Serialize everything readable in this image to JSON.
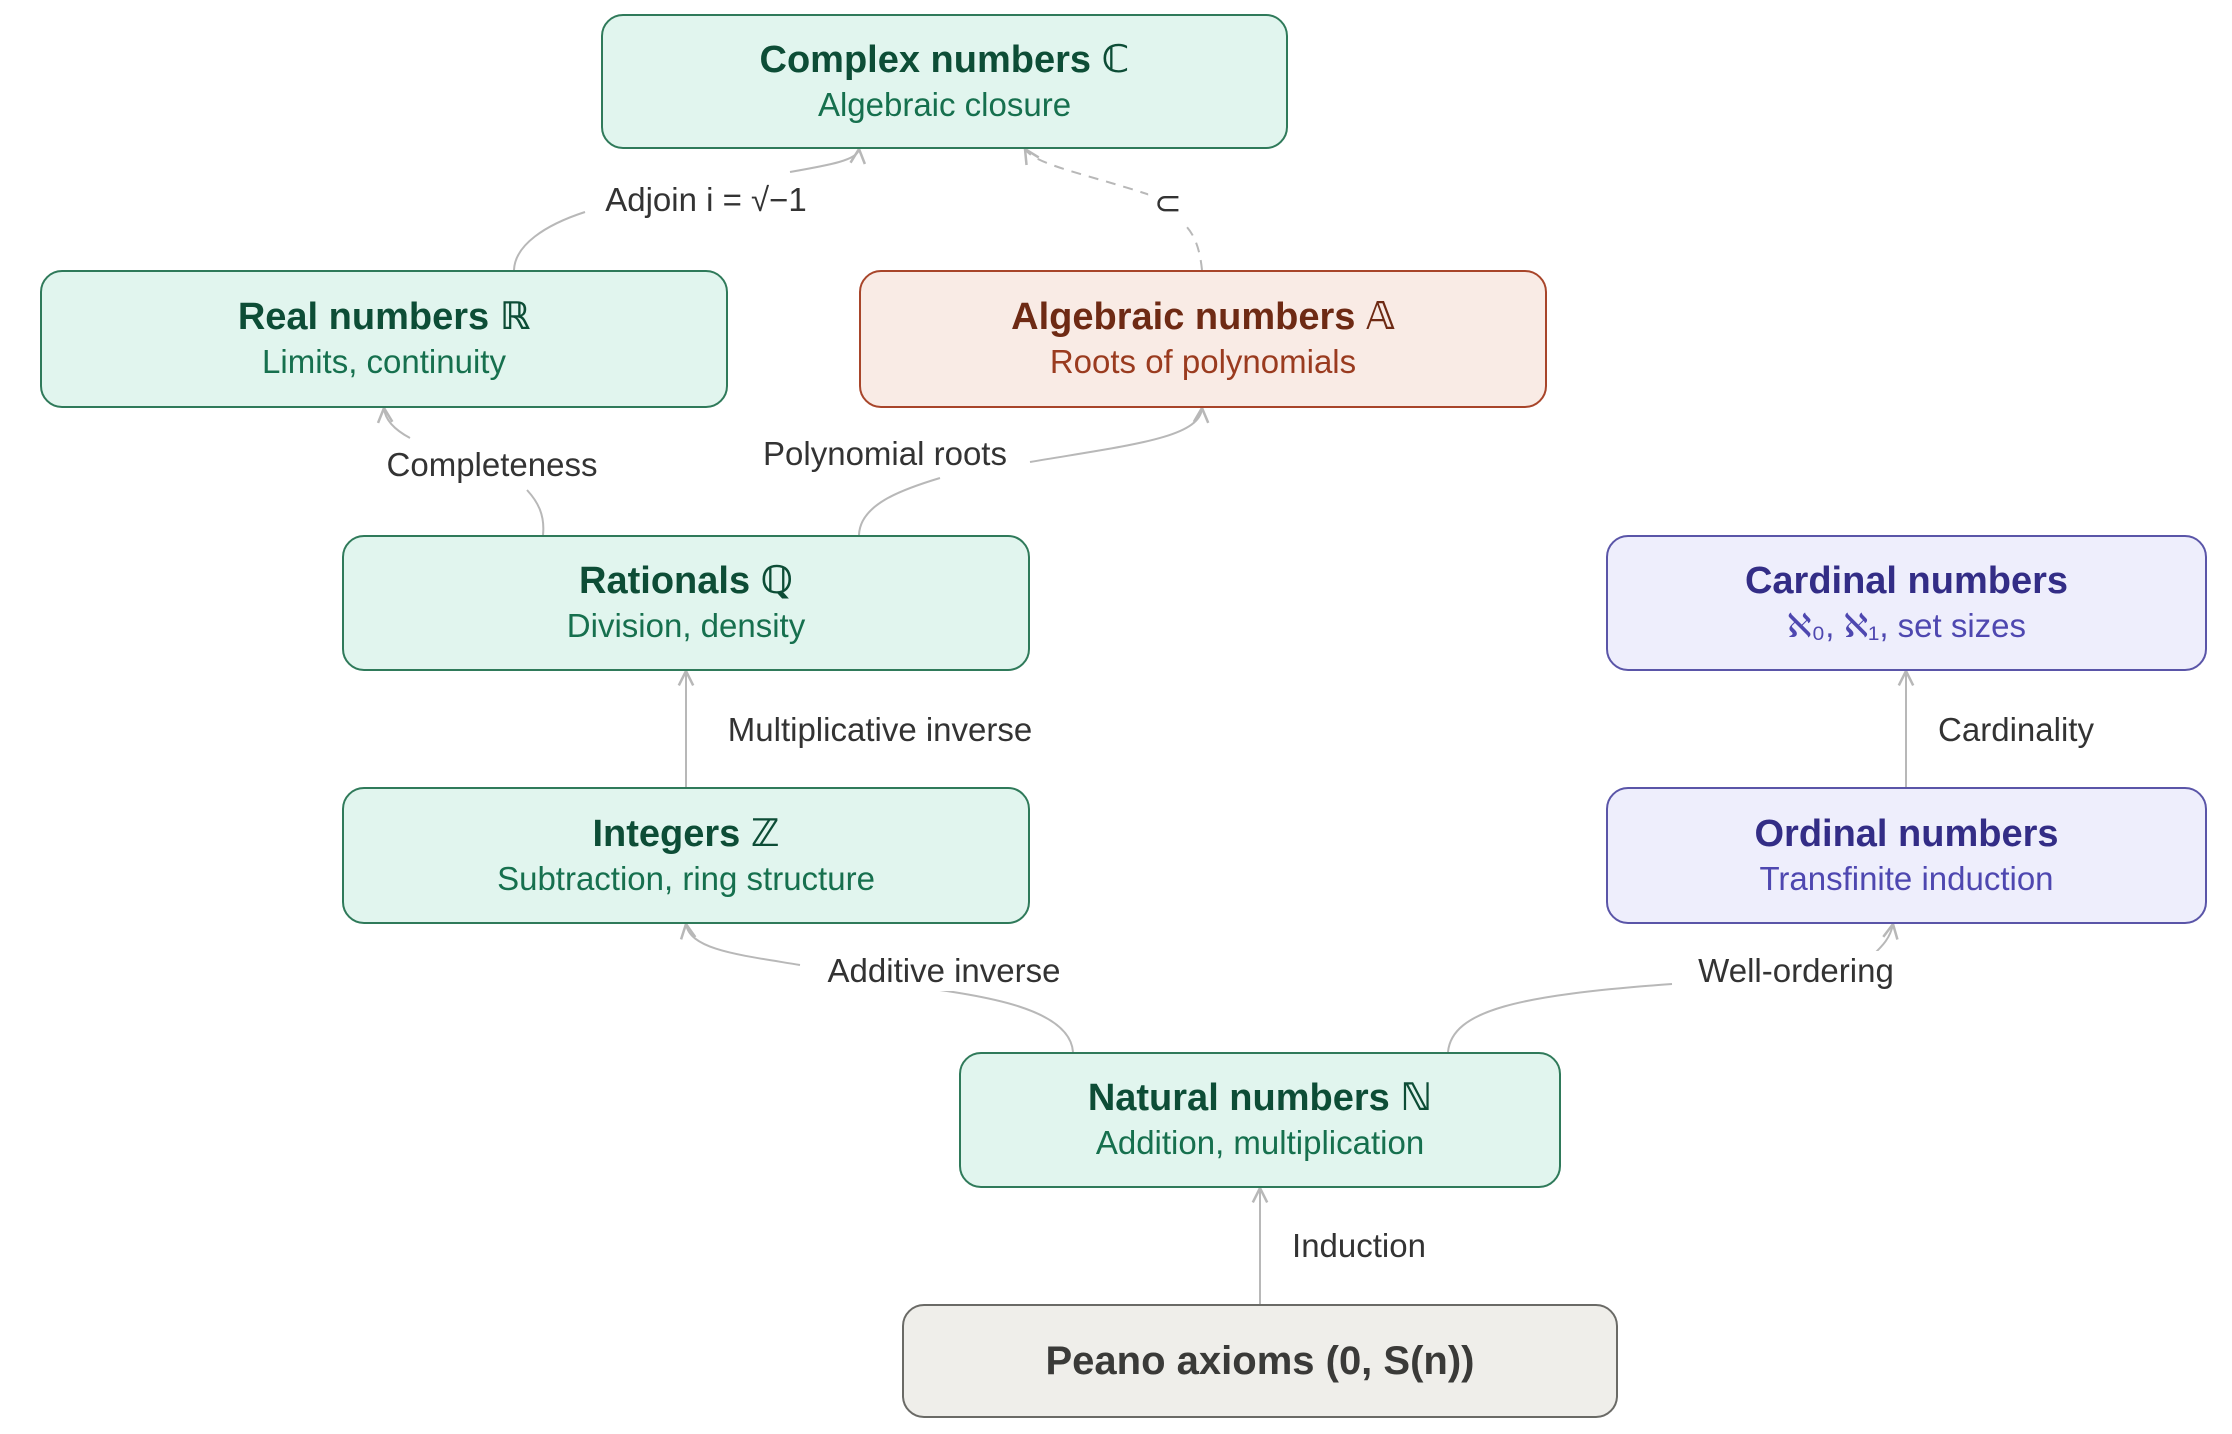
{
  "nodes": {
    "complex": {
      "title": "Complex numbers ℂ",
      "subtitle": "Algebraic closure",
      "theme": "green"
    },
    "real": {
      "title": "Real numbers ℝ",
      "subtitle": "Limits, continuity",
      "theme": "green"
    },
    "algebraic": {
      "title": "Algebraic numbers 𝔸",
      "subtitle": "Roots of polynomials",
      "theme": "orange"
    },
    "rationals": {
      "title": "Rationals ℚ",
      "subtitle": "Division, density",
      "theme": "green"
    },
    "cardinal": {
      "title": "Cardinal numbers",
      "subtitle": "ℵ₀, ℵ₁, set sizes",
      "theme": "purple"
    },
    "integers": {
      "title": "Integers ℤ",
      "subtitle": "Subtraction, ring structure",
      "theme": "green"
    },
    "ordinal": {
      "title": "Ordinal numbers",
      "subtitle": "Transfinite induction",
      "theme": "purple"
    },
    "natural": {
      "title": "Natural numbers ℕ",
      "subtitle": "Addition, multiplication",
      "theme": "green"
    },
    "peano": {
      "title": "Peano axioms (0, S(n))",
      "theme": "gray"
    }
  },
  "edges": [
    {
      "from": "peano",
      "to": "natural",
      "label": "Induction",
      "style": "solid"
    },
    {
      "from": "natural",
      "to": "integers",
      "label": "Additive inverse",
      "style": "solid"
    },
    {
      "from": "natural",
      "to": "ordinal",
      "label": "Well-ordering",
      "style": "solid"
    },
    {
      "from": "integers",
      "to": "rationals",
      "label": "Multiplicative inverse",
      "style": "solid"
    },
    {
      "from": "ordinal",
      "to": "cardinal",
      "label": "Cardinality",
      "style": "solid"
    },
    {
      "from": "rationals",
      "to": "real",
      "label": "Completeness",
      "style": "solid"
    },
    {
      "from": "rationals",
      "to": "algebraic",
      "label": "Polynomial roots",
      "style": "solid"
    },
    {
      "from": "real",
      "to": "complex",
      "label": "Adjoin i = √−1",
      "style": "solid"
    },
    {
      "from": "algebraic",
      "to": "complex",
      "label": "⊂",
      "style": "dashed"
    }
  ],
  "colors": {
    "edge": "#b8b8b8",
    "green_fill": "#e1f5ee",
    "green_border": "#2f7a5a",
    "orange_fill": "#f9ebe5",
    "orange_border": "#a8452a",
    "purple_fill": "#eeeefc",
    "purple_border": "#5a55a8",
    "gray_fill": "#efeeea",
    "gray_border": "#6a6a66"
  }
}
